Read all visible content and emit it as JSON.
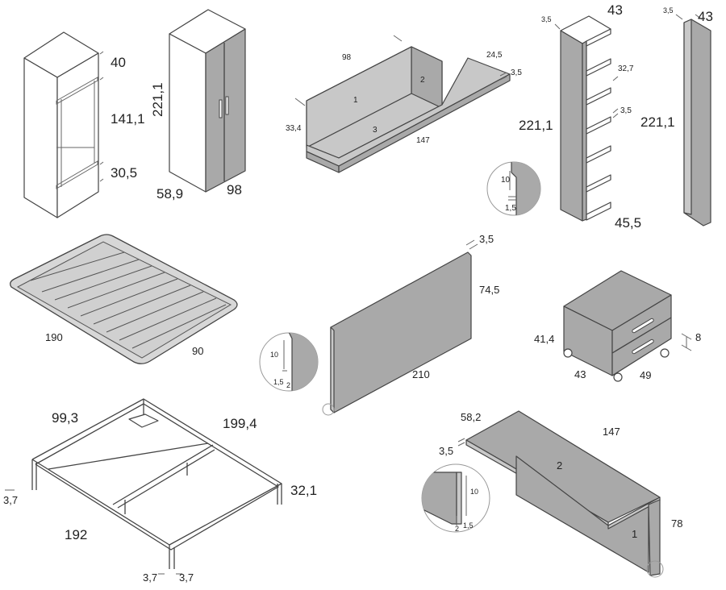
{
  "wardrobe_open": {
    "top_height": "40",
    "middle_height": "141,1",
    "bottom_height": "30,5"
  },
  "wardrobe_closed": {
    "height": "221,1",
    "depth": "58,9",
    "width": "98"
  },
  "wall_shelf": {
    "width_top": "98",
    "shelf_depth": "24,5",
    "thickness": "3,5",
    "side_height": "33,4",
    "length": "147",
    "part1": "1",
    "part2": "2",
    "part3": "3"
  },
  "shelf_detail": {
    "offset": "10",
    "gap": "1,5"
  },
  "bookcase": {
    "thickness": "3,5",
    "width": "43",
    "shelf_spacing": "32,7",
    "shelf_thickness": "3,5",
    "height": "221,1",
    "depth": "45,5"
  },
  "side_panel": {
    "thickness": "3,5",
    "width": "43",
    "height": "221,1"
  },
  "slatted_base": {
    "length": "190",
    "width": "90"
  },
  "headboard": {
    "thickness": "3,5",
    "height": "74,5",
    "length": "210",
    "detail_offset": "10",
    "detail_gap": "1,5",
    "detail_depth": "2"
  },
  "nightstand": {
    "height": "41,4",
    "drawer_gap": "8",
    "width": "43",
    "depth": "49"
  },
  "bed_frame": {
    "width": "99,3",
    "length": "199,4",
    "leg": "3,7",
    "height": "32,1",
    "inner_length": "192",
    "leg_a": "3,7",
    "leg_b": "3,7"
  },
  "desk": {
    "depth": "58,2",
    "length": "147",
    "thickness": "3,5",
    "top_part": "2",
    "leg_part": "1",
    "height": "78",
    "detail_offset": "10",
    "detail_depth": "2",
    "detail_gap": "1,5"
  }
}
